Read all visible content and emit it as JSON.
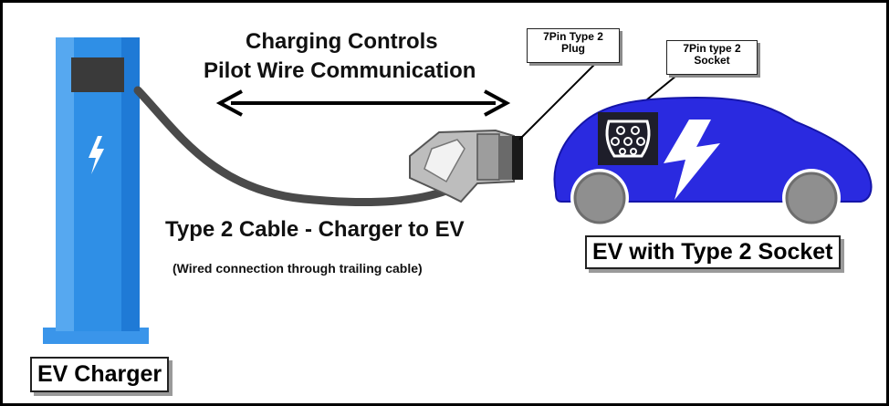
{
  "labels": {
    "controls_line1": "Charging Controls",
    "controls_line2": "Pilot Wire Communication",
    "plug_line1": "7Pin Type 2",
    "plug_line2": "Plug",
    "socket_line1": "7Pin type 2",
    "socket_line2": "Socket",
    "cable_title": "Type 2 Cable - Charger to EV",
    "cable_subtitle": "(Wired connection through trailing cable)",
    "ev_label": "EV with Type 2 Socket",
    "charger_label": "EV Charger"
  },
  "colors": {
    "charger_blue": "#2f8fe6",
    "charger_dark": "#1a6fc4",
    "car_blue": "#2a2ae0",
    "cable": "#4a4a4a",
    "plug_gray": "#b8b8b8",
    "wheel_gray": "#8f8f8f"
  },
  "icons": {
    "charger_bolt": "lightning-bolt-icon",
    "car_bolt": "lightning-bolt-icon",
    "socket": "seven-pin-socket-icon",
    "arrow": "double-headed-arrow"
  }
}
